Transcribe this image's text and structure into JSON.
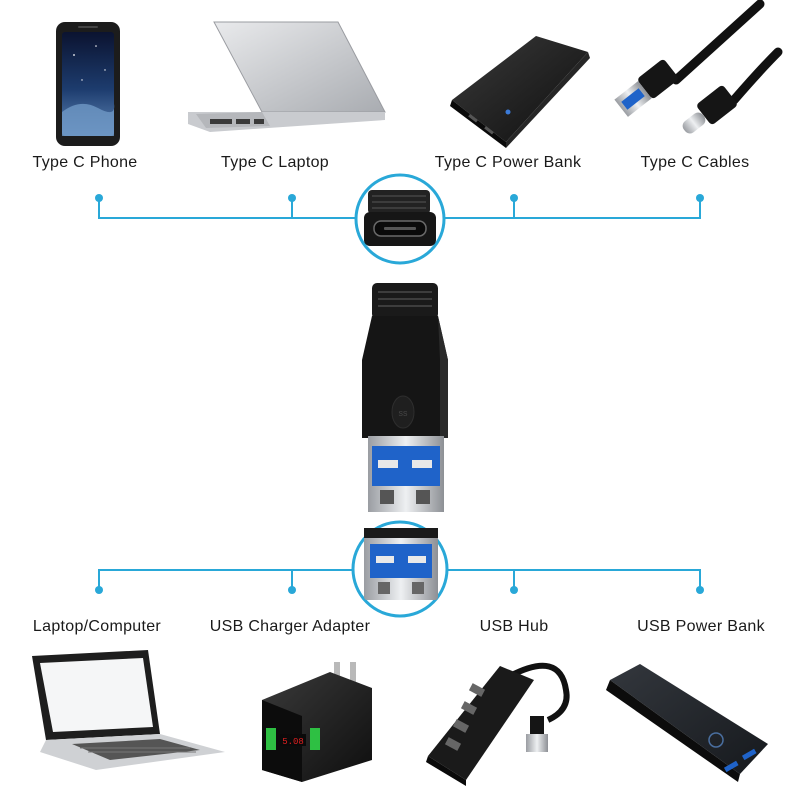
{
  "colors": {
    "line": "#29a8d8",
    "device_dark": "#1b1b1b",
    "usb_blue": "#1f63c9",
    "display_red": "#e02020",
    "display_green": "#2ec043"
  },
  "top_devices": [
    {
      "label": "Type C Phone",
      "icon": "smartphone-icon"
    },
    {
      "label": "Type C Laptop",
      "icon": "laptop-icon"
    },
    {
      "label": "Type C Power Bank",
      "icon": "power-bank-icon"
    },
    {
      "label": "Type C Cables",
      "icon": "usb-cable-icon"
    }
  ],
  "bottom_devices": [
    {
      "label": "Laptop/Computer",
      "icon": "laptop-icon"
    },
    {
      "label": "USB Charger Adapter",
      "icon": "charger-adapter-icon"
    },
    {
      "label": "USB Hub",
      "icon": "usb-hub-icon"
    },
    {
      "label": "USB Power Bank",
      "icon": "power-bank-icon"
    }
  ],
  "center": {
    "top_port": "type-c-female-port-icon",
    "adapter": "usb-a-to-type-c-adapter-icon",
    "bottom_port": "usb-a-male-port-icon"
  },
  "charger_display": "5.08"
}
